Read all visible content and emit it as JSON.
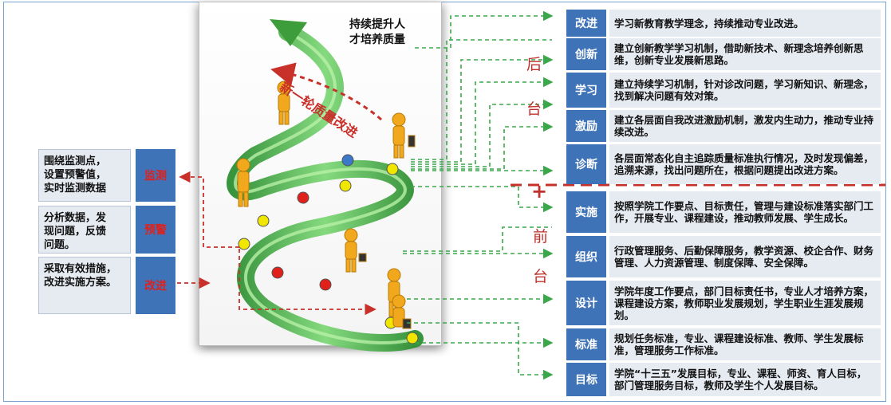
{
  "top_title_line1": "持续提升人",
  "top_title_line2": "才培养质量",
  "arrow_caption": "新一轮质量改进",
  "houtai": [
    "后",
    "台"
  ],
  "qiantai": [
    "前",
    "台"
  ],
  "plus_sign": "+",
  "left": [
    {
      "text_lines": [
        "围绕监测点，",
        "设置预警值，",
        "实时监测数据"
      ],
      "badge": "监测"
    },
    {
      "text_lines": [
        "分析数据，发",
        "现问题，反馈",
        "问题。"
      ],
      "badge": "预警"
    },
    {
      "text_lines": [
        "采取有效措施，",
        "改进实施方案。"
      ],
      "badge": "改进"
    }
  ],
  "right": [
    {
      "badge": "改进",
      "text": "学习新教育教学理念，持续推动专业改进。"
    },
    {
      "badge": "创新",
      "text": "建立创新教学学习机制，借助新技术、新理念培养创新思维，创新专业发展新思路。"
    },
    {
      "badge": "学习",
      "text": "建立持续学习机制，针对诊改问题，学习新知识、新理念，找到解决问题有效对策。"
    },
    {
      "badge": "激励",
      "text": "建立各层面自我改进激励机制，激发内生动力，推动专业持续改进。"
    },
    {
      "badge": "诊断",
      "text": "各层面常态化自主追踪质量标准执行情况，及时发现偏差，追溯来源，找出问题所在，根据问题提出改进方案。"
    },
    {
      "badge": "实施",
      "text": "按照学院工作要点、目标责任，管理与建设标准落实部门工作，开展专业、课程建设，推动教师发展、学生成长。"
    },
    {
      "badge": "组织",
      "text": "行政管理服务、后勤保障服务，教学资源、校企合作、财务管理、人力资源管理、制度保障、安全保障。"
    },
    {
      "badge": "设计",
      "text": "学院年度工作要点，部门目标责任书，专业人才培养方案，课程建设方案，教师职业发展规划，学生职业生涯发展规划。"
    },
    {
      "badge": "标准",
      "text": "规划任务标准，专业、课程建设标准、教师、学生发展标准，管理服务工作标准。"
    },
    {
      "badge": "目标",
      "text": "学院“十三五”发展目标，专业、课程、师资、育人目标，部门管理服务目标，教师及学生个人发展目标。"
    }
  ],
  "colors": {
    "badge_blue": "#3f73b8",
    "text_bg": "#e6eaf1",
    "dashed_green": "#3aa84a",
    "dashed_red": "#c8302a",
    "ribbon_green": "#5cc25a"
  }
}
